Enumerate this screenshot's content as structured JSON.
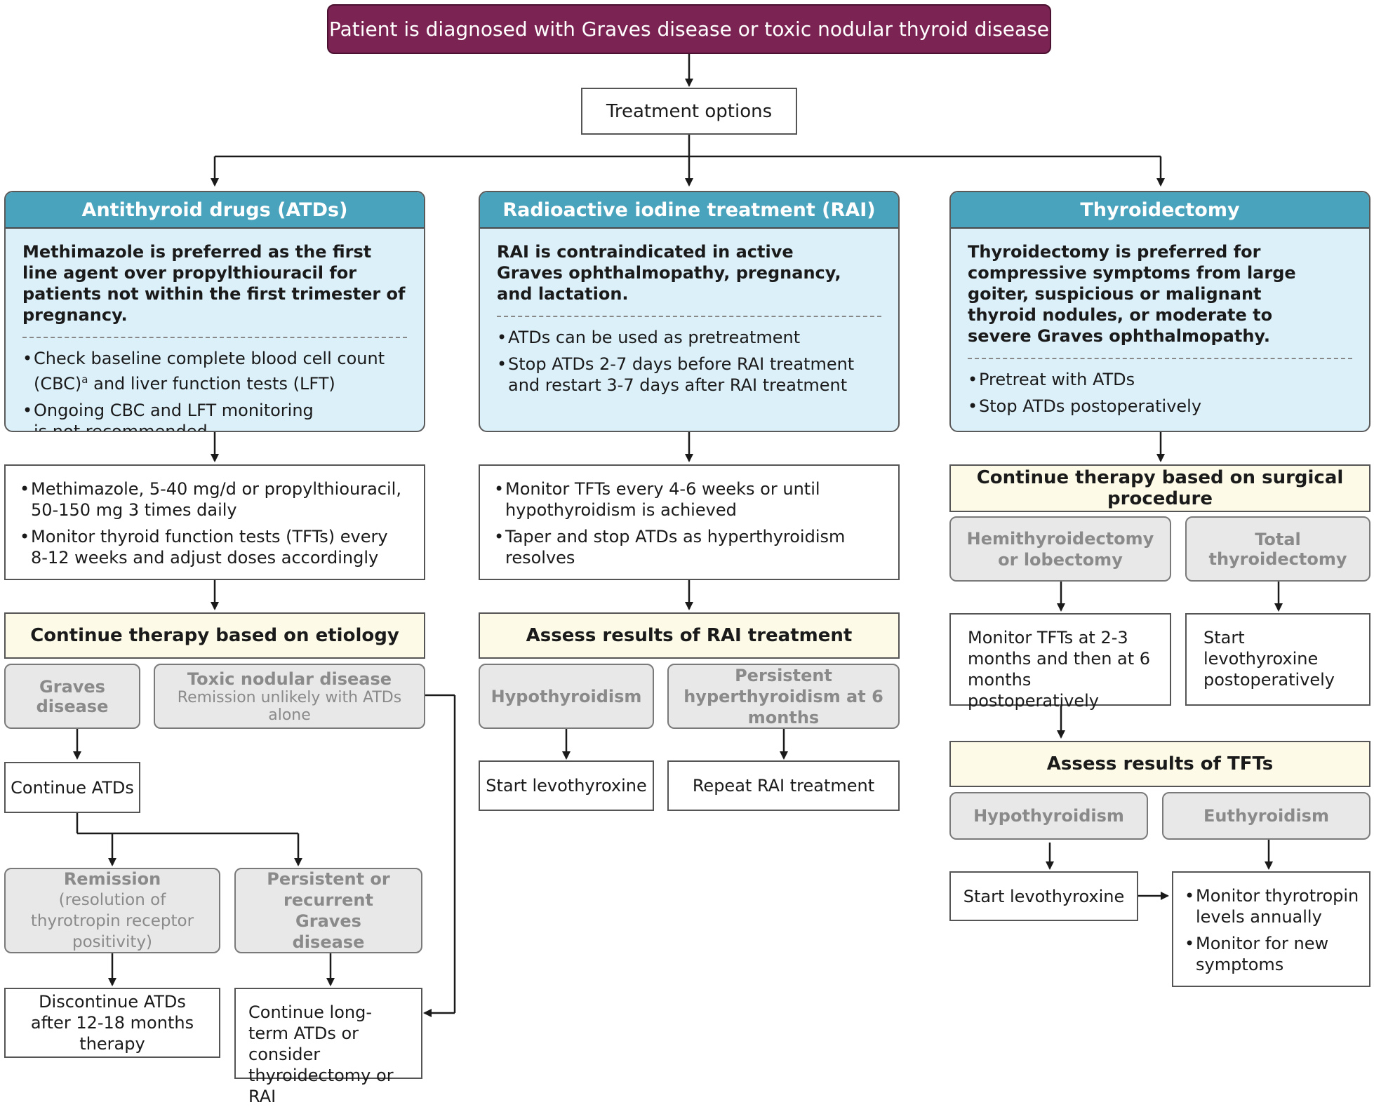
{
  "top": {
    "title": "Patient is diagnosed with Graves disease or toxic nodular thyroid disease"
  },
  "options": {
    "label": "Treatment options"
  },
  "atd": {
    "heading": "Antithyroid drugs (ATDs)",
    "lead": "Methimazole is preferred as the first line agent over propylthiouracil for patients not within the first trimester of pregnancy.",
    "bullet1": "Check baseline complete blood cell count (CBC)",
    "bullet1_sup": "a",
    "bullet1_tail": " and liver function tests (LFT)",
    "bullet2": "Ongoing CBC and LFT monitoring is not recommended",
    "dosing1": "Methimazole, 5-40 mg/d or propylthiouracil, 50-150 mg 3 times daily",
    "dosing2": "Monitor thyroid function tests (TFTs) every 8-12 weeks and adjust doses accordingly",
    "continue": "Continue therapy based on etiology",
    "graves": "Graves disease",
    "toxic": "Toxic nodular disease",
    "toxic_sub": "Remission unlikely with ATDs alone",
    "continue_atds": "Continue ATDs",
    "remission": "Remission",
    "remission_sub": "(resolution of thyrotropin receptor positivity)",
    "persistent": "Persistent or recurrent Graves disease",
    "discontinue": "Discontinue ATDs after 12-18 months therapy",
    "longterm": "Continue long-term ATDs or consider thyroidectomy or RAI"
  },
  "rai": {
    "heading": "Radioactive iodine treatment (RAI)",
    "lead": "RAI is contraindicated in active Graves ophthalmopathy, pregnancy, and lactation.",
    "bullet1": "ATDs can be used as pretreatment",
    "bullet2": "Stop ATDs 2-7 days before RAI treatment and restart 3-7 days after RAI treatment",
    "mon1": "Monitor TFTs every 4-6 weeks or until hypothyroidism is achieved",
    "mon2": "Taper and stop ATDs as hyperthyroidism resolves",
    "assess": "Assess results of RAI treatment",
    "hypo": "Hypothyroidism",
    "persistent": "Persistent hyperthyroidism at 6 months",
    "start_levo": "Start levothyroxine",
    "repeat": "Repeat RAI treatment"
  },
  "thy": {
    "heading": "Thyroidectomy",
    "lead": "Thyroidectomy is preferred for compressive symptoms from large goiter, suspicious or malignant thyroid nodules, or moderate to severe Graves ophthalmopathy.",
    "bullet1": "Pretreat with ATDs",
    "bullet2": "Stop ATDs postoperatively",
    "continue": "Continue therapy based on surgical procedure",
    "hemi": "Hemithyroidectomy or lobectomy",
    "total": "Total thyroidectomy",
    "monitor_tfts": "Monitor TFTs at 2-3 months and then at 6 months postoperatively",
    "start_post": "Start levothyroxine postoperatively",
    "assess": "Assess results of TFTs",
    "hypo": "Hypothyroidism",
    "eu": "Euthyroidism",
    "start_levo": "Start levothyroxine",
    "mon1": "Monitor thyrotropin levels annually",
    "mon2": "Monitor for new symptoms"
  },
  "colors": {
    "title_bg": "#7b2352",
    "header_blue": "#4aa3bd",
    "panel_blue": "#dcf0fa",
    "yellow": "#fdfbe8",
    "grey": "#e8e8e8"
  }
}
